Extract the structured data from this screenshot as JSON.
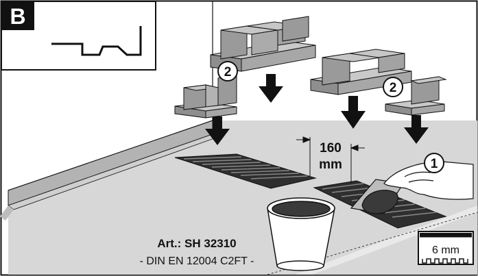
{
  "panel": {
    "letter": "B"
  },
  "callouts": {
    "step_1": "1",
    "step_2a": "2",
    "step_2b": "2"
  },
  "dimension": {
    "value": "160",
    "unit": "mm"
  },
  "product": {
    "article": "Art.: SH 32310",
    "standard": "- DIN EN 12004 C2FT -"
  },
  "trowel": {
    "notch_size": "6 mm"
  },
  "colors": {
    "outline": "#111111",
    "floor": "#d6d6d6",
    "wall": "#ffffff",
    "block": "#a6a6a6",
    "adhesive": "#2f2f2f"
  }
}
